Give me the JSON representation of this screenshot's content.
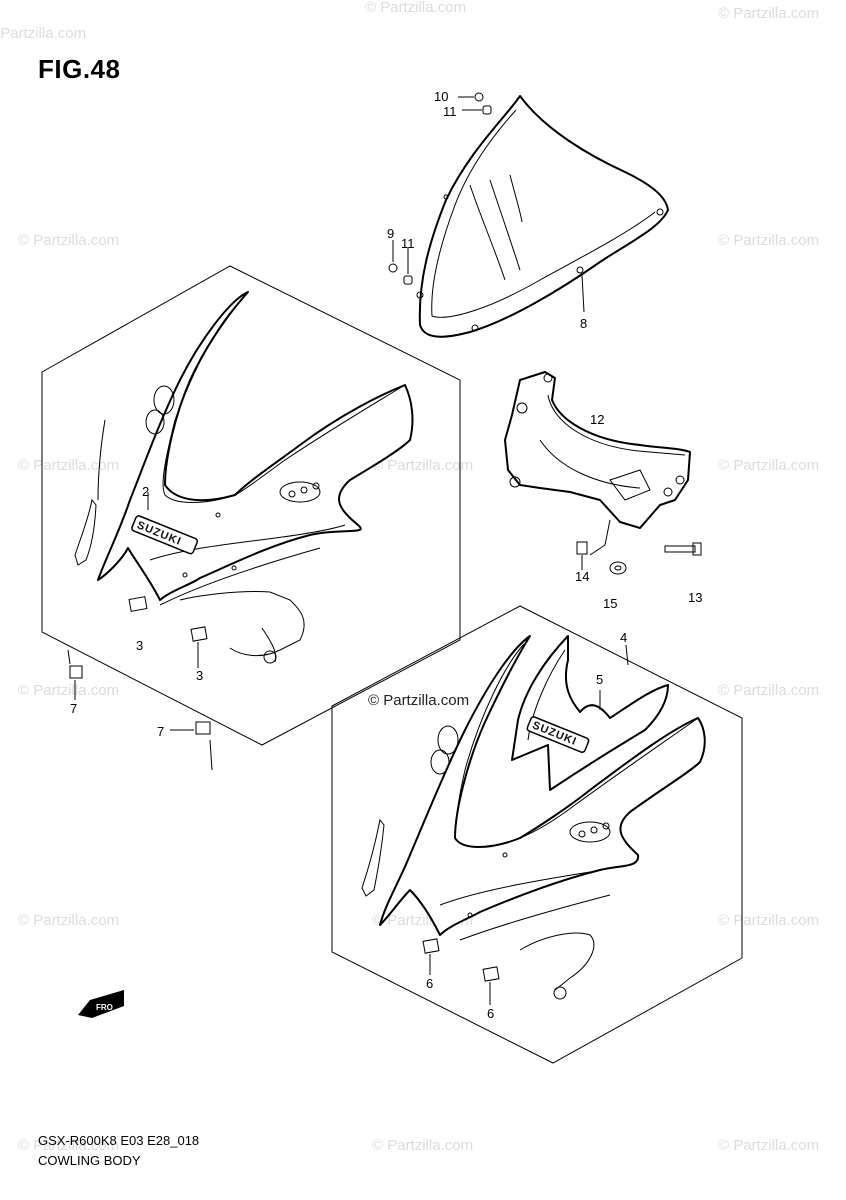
{
  "figure": {
    "title": "FIG.48",
    "model_code": "GSX-R600K8 E03 E28_018",
    "group_name": "COWLING BODY"
  },
  "watermark": {
    "text": "© Partzilla.com",
    "center_text": "© Partzilla.com"
  },
  "decals": {
    "brand": "SUZUKI",
    "front_arrow": "FRO"
  },
  "callouts": {
    "c10": "10",
    "c11a": "11",
    "c9": "9",
    "c11b": "11",
    "c8": "8",
    "c12": "12",
    "c14": "14",
    "c15": "15",
    "c13": "13",
    "c2": "2",
    "c3a": "3",
    "c3b": "3",
    "c7a": "7",
    "c7b": "7",
    "c4": "4",
    "c5": "5",
    "c6a": "6",
    "c6b": "6"
  },
  "colors": {
    "line": "#000000",
    "watermark": "#dcdcdc",
    "background": "#ffffff"
  }
}
